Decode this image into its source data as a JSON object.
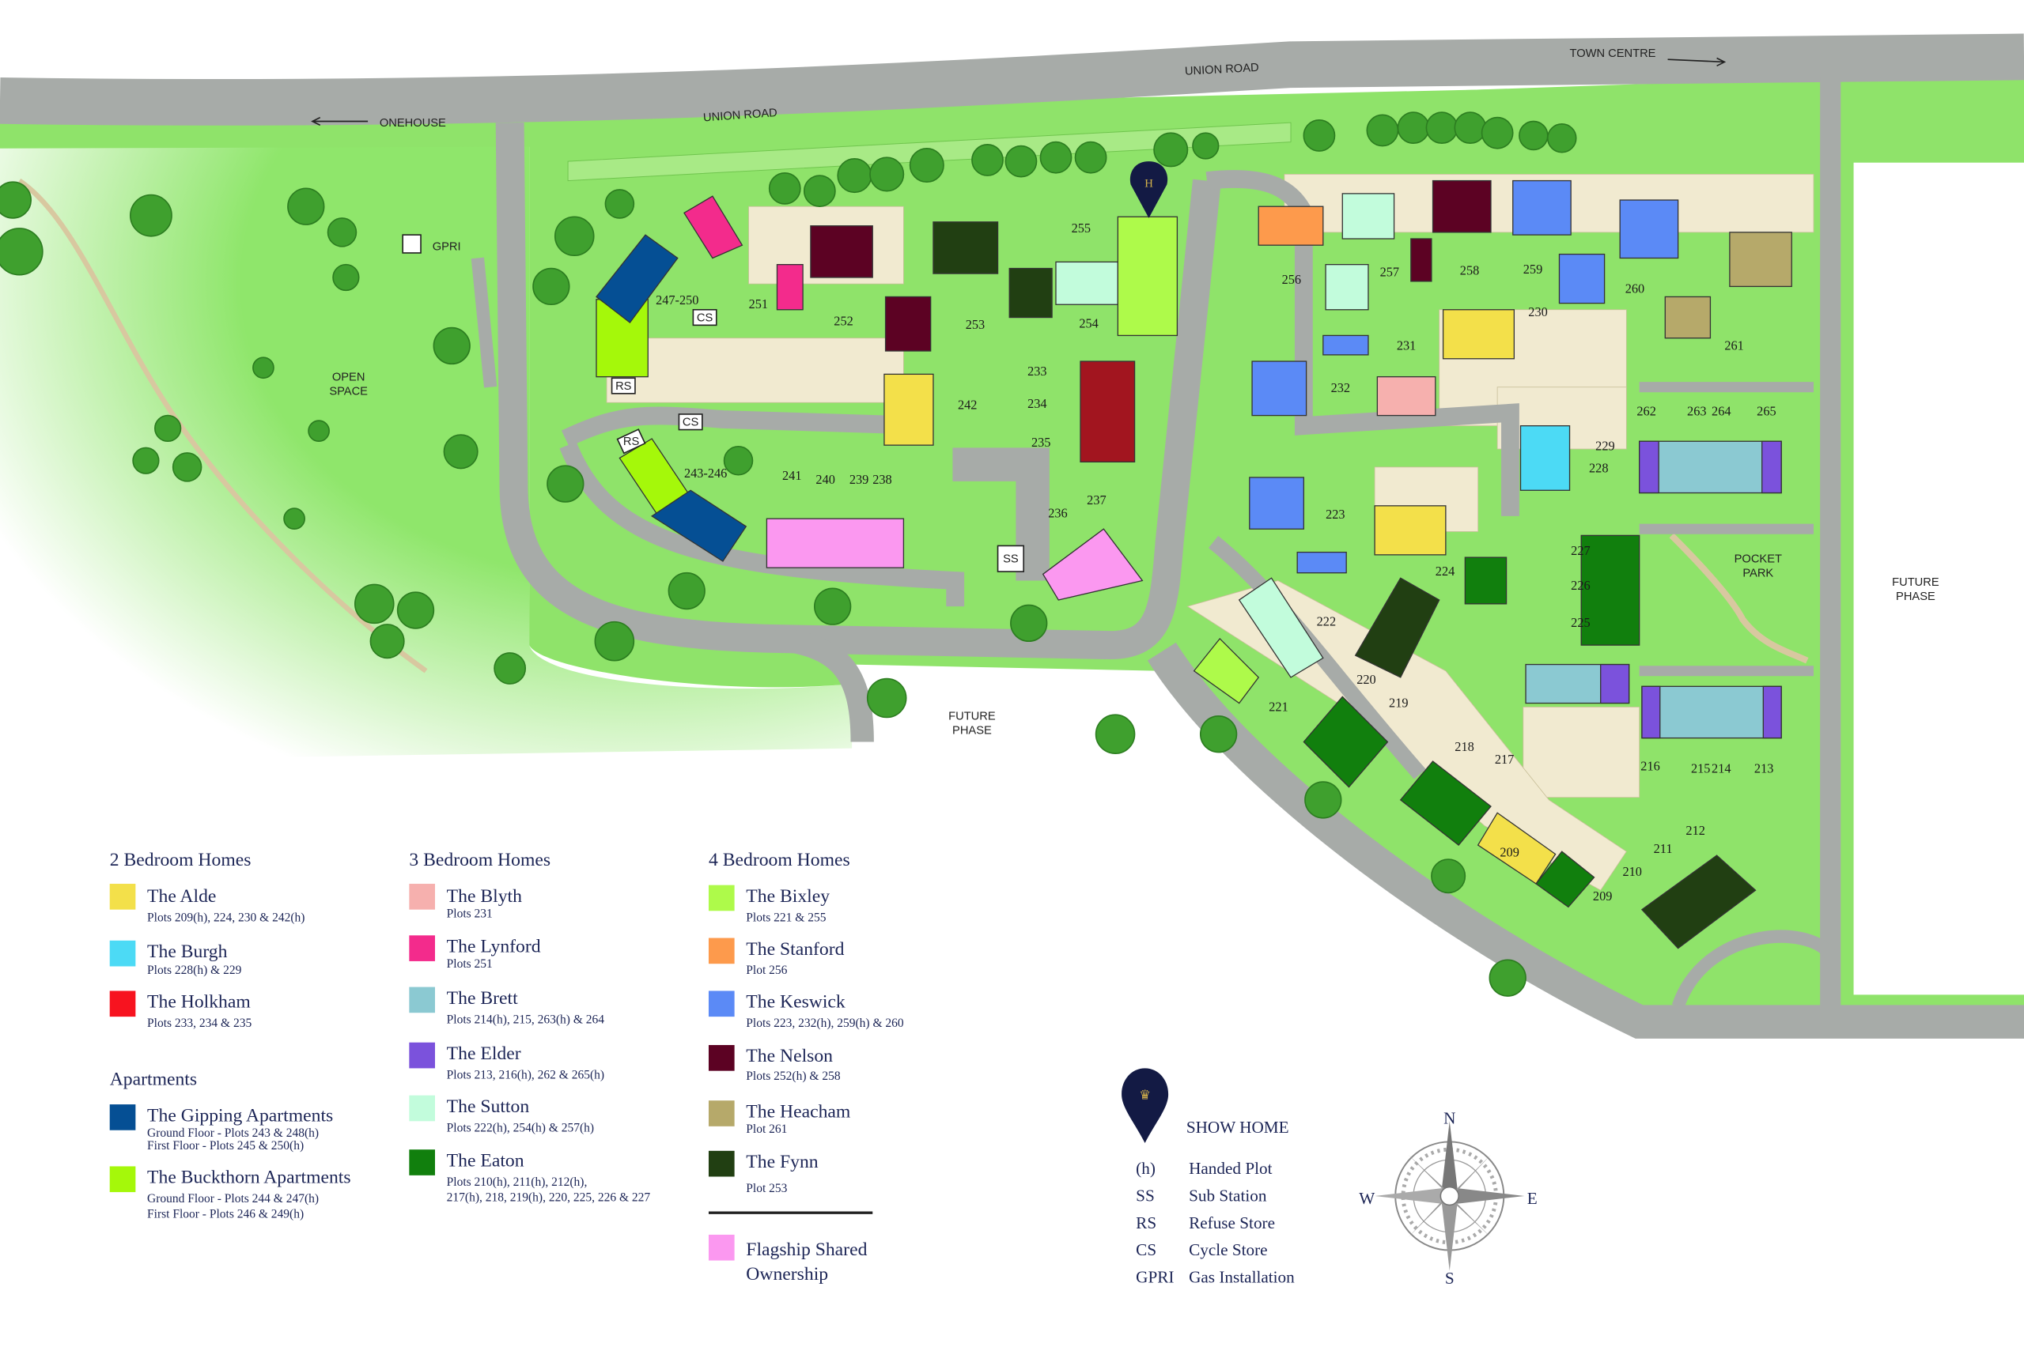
{
  "map": {
    "roads": {
      "union_road_1": "UNION ROAD",
      "union_road_2": "UNION ROAD",
      "onehouse": "ONEHOUSE",
      "town_centre": "TOWN CENTRE"
    },
    "areas": {
      "open_space": [
        "OPEN",
        "SPACE"
      ],
      "future_phase_1": [
        "FUTURE",
        "PHASE"
      ],
      "future_phase_2": [
        "FUTURE",
        "PHASE"
      ],
      "pocket_park": [
        "POCKET",
        "PARK"
      ]
    },
    "facilities": {
      "gpri": "GPRI",
      "cs1": "CS",
      "cs2": "CS",
      "rs1": "RS",
      "rs2": "RS",
      "ss": "SS"
    },
    "plot_labels": [
      "255",
      "251",
      "252",
      "253",
      "254",
      "247-250",
      "242",
      "233",
      "234",
      "235",
      "236",
      "237",
      "241",
      "240",
      "239",
      "238",
      "243-246",
      "256",
      "257",
      "258",
      "259",
      "260",
      "261",
      "231",
      "232",
      "230",
      "229",
      "228",
      "262",
      "263",
      "264",
      "265",
      "223",
      "224",
      "227",
      "226",
      "225",
      "222",
      "221",
      "220",
      "219",
      "218",
      "217",
      "216",
      "215",
      "214",
      "213",
      "212",
      "211",
      "210",
      "209",
      "209"
    ]
  },
  "legend": {
    "two_bed": {
      "heading": "2 Bedroom Homes",
      "items": [
        {
          "name": "The Alde",
          "plots": "Plots 209(h), 224, 230 & 242(h)",
          "color": "#f3e04a"
        },
        {
          "name": "The Burgh",
          "plots": "Plots 228(h) & 229",
          "color": "#4cdaf5"
        },
        {
          "name": "The Holkham",
          "plots": "Plots 233, 234 & 235",
          "color": "#f7131f"
        }
      ]
    },
    "apartments": {
      "heading": "Apartments",
      "items": [
        {
          "name": "The Gipping Apartments",
          "line1": "Ground Floor - Plots 243 & 248(h)",
          "line2": "First Floor - Plots 245 & 250(h)",
          "color": "#054f94"
        },
        {
          "name": "The Buckthorn Apartments",
          "line1": "Ground Floor - Plots 244 & 247(h)",
          "line2": "First Floor - Plots 246 & 249(h)",
          "color": "#a5f80a"
        }
      ]
    },
    "three_bed": {
      "heading": "3 Bedroom Homes",
      "items": [
        {
          "name": "The Blyth",
          "plots": "Plots 231",
          "color": "#f6b0ae"
        },
        {
          "name": "The Lynford",
          "plots": "Plots 251",
          "color": "#f32b8c"
        },
        {
          "name": "The Brett",
          "plots": "Plots 214(h), 215, 263(h) & 264",
          "color": "#8bc9d2"
        },
        {
          "name": "The Elder",
          "plots": "Plots 213, 216(h), 262 & 265(h)",
          "color": "#7b52dc"
        },
        {
          "name": "The Sutton",
          "plots": "Plots 222(h), 254(h) & 257(h)",
          "color": "#c2fcdc"
        },
        {
          "name": "The Eaton",
          "plots": "Plots 210(h), 211(h), 212(h),",
          "plots2": "217(h), 218, 219(h), 220, 225, 226 & 227",
          "color": "#117f0d"
        }
      ]
    },
    "four_bed": {
      "heading": "4 Bedroom Homes",
      "items": [
        {
          "name": "The Bixley",
          "plots": "Plots 221 & 255",
          "color": "#aefa4a"
        },
        {
          "name": "The Stanford",
          "plots": "Plot 256",
          "color": "#fd9a4c"
        },
        {
          "name": "The Keswick",
          "plots": "Plots 223, 232(h), 259(h) & 260",
          "color": "#5b8af6"
        },
        {
          "name": "The Nelson",
          "plots": "Plots 252(h) & 258",
          "color": "#5c0223"
        },
        {
          "name": "The Heacham",
          "plots": "Plot 261",
          "color": "#b6a96a"
        },
        {
          "name": "The Fynn",
          "plots": "Plot 253",
          "color": "#213f12"
        }
      ]
    },
    "flagship": {
      "line1": "Flagship Shared",
      "line2": "Ownership",
      "color": "#fb98f0"
    },
    "key": {
      "show_home": "SHOW HOME",
      "rows": [
        {
          "abbr": "(h)",
          "desc": "Handed Plot"
        },
        {
          "abbr": "SS",
          "desc": "Sub Station"
        },
        {
          "abbr": "RS",
          "desc": "Refuse Store"
        },
        {
          "abbr": "CS",
          "desc": "Cycle Store"
        },
        {
          "abbr": "GPRI",
          "desc": "Gas Installation"
        }
      ]
    },
    "compass": {
      "n": "N",
      "e": "E",
      "s": "S",
      "w": "W"
    }
  }
}
